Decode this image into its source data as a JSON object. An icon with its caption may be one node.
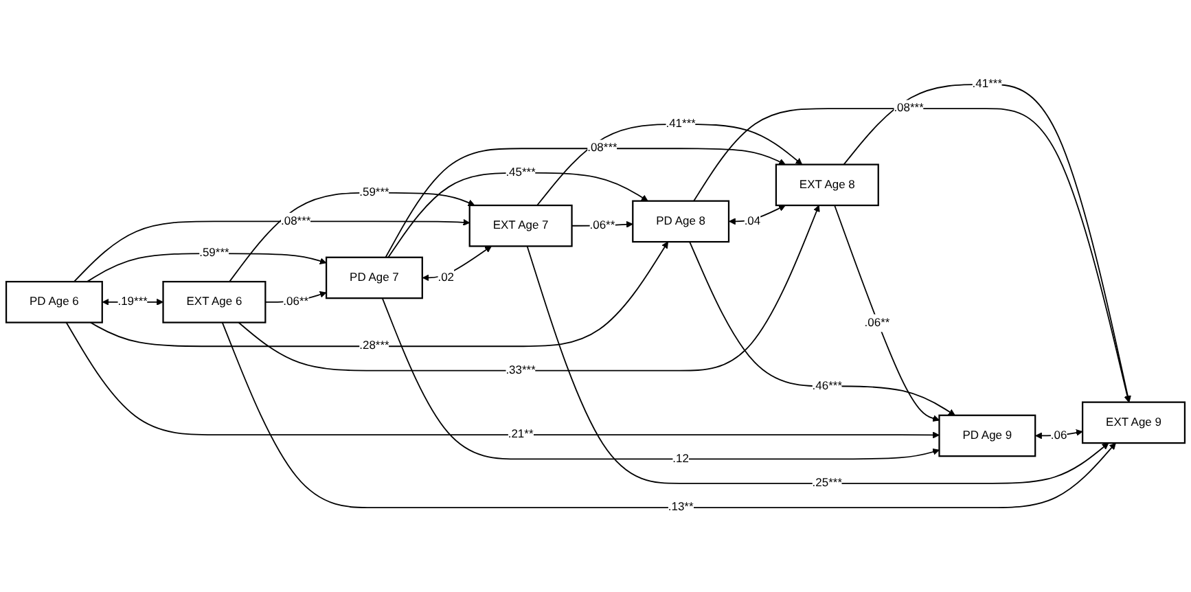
{
  "diagram": {
    "nodes": [
      {
        "text": [
          "PD Age 6"
        ]
      },
      {
        "text": [
          "PD Age 7"
        ]
      },
      {
        "text": [
          "PD Age 8"
        ]
      },
      {
        "text": [
          "PD Age 9"
        ]
      },
      {
        "text": [
          "EXT Age 6"
        ]
      },
      {
        "text": [
          "EXT Age 7"
        ]
      },
      {
        "text": [
          "EXT Age 8"
        ]
      },
      {
        "text": [
          "EXT Age 9"
        ]
      }
    ],
    "edges": [
      {
        "from": 0,
        "to": 1,
        "arrow": "to",
        "label": ".59***"
      },
      {
        "from": 1,
        "to": 2,
        "arrow": "to",
        "label": ".45***"
      },
      {
        "from": 2,
        "to": 3,
        "arrow": "to",
        "label": ".46***"
      },
      {
        "from": 4,
        "to": 5,
        "arrow": "to",
        "label": ".59***"
      },
      {
        "from": 5,
        "to": 6,
        "arrow": "to",
        "label": ".41***"
      },
      {
        "from": 6,
        "to": 7,
        "arrow": "to",
        "label": ".41***"
      },
      {
        "from": 0,
        "to": 5,
        "arrow": "to",
        "label": ".08***"
      },
      {
        "from": 1,
        "to": 6,
        "arrow": "to",
        "label": ".08***"
      },
      {
        "from": 2,
        "to": 7,
        "arrow": "to",
        "label": ".08***"
      },
      {
        "from": 4,
        "to": 1,
        "arrow": "to",
        "label": ".06**"
      },
      {
        "from": 5,
        "to": 2,
        "arrow": "to",
        "label": ".06**"
      },
      {
        "from": 6,
        "to": 3,
        "arrow": "to",
        "label": ".06**"
      },
      {
        "from": 0,
        "to": 4,
        "arrow": "both",
        "label": ".19***"
      },
      {
        "from": 1,
        "to": 5,
        "arrow": "both",
        "label": ".02"
      },
      {
        "from": 2,
        "to": 6,
        "arrow": "both",
        "label": ".04"
      },
      {
        "from": 3,
        "to": 7,
        "arrow": "both",
        "label": ".06"
      },
      {
        "from": 0,
        "to": 2,
        "arrow": "to",
        "label": ".28***"
      },
      {
        "from": 0,
        "to": 3,
        "arrow": "to",
        "label": ".21**"
      },
      {
        "from": 1,
        "to": 3,
        "arrow": "to",
        "label": ".12"
      },
      {
        "from": 4,
        "to": 6,
        "arrow": "to",
        "label": ".33***"
      },
      {
        "from": 5,
        "to": 7,
        "arrow": "to",
        "label": ".25***"
      },
      {
        "from": 4,
        "to": 7,
        "arrow": "to",
        "label": ".13**"
      }
    ]
  }
}
